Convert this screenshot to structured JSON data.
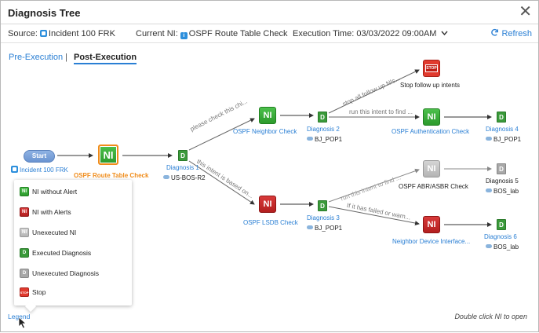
{
  "window": {
    "title": "Diagnosis Tree"
  },
  "info": {
    "source_label": "Source:",
    "source_value": "Incident 100 FRK",
    "ni_label": "Current NI:",
    "ni_value": "OSPF Route Table Check",
    "exec_label": "Execution Time:",
    "exec_value": "03/03/2022  09:00AM",
    "refresh_label": "Refresh"
  },
  "tabs": {
    "pre": "Pre-Execution",
    "separator": "|",
    "post": "Post-Execution"
  },
  "tree": {
    "start": "Start",
    "start_caption": "Incident 100 FRK",
    "root_ni": "OSPF Route Table Check",
    "ni_glyph": "NI",
    "diag_glyph": "D",
    "diag1": {
      "label": "Diagnosis 1",
      "device": "US-BOS-R2"
    },
    "edge_upper": "please check this chi...",
    "edge_lower": "this intent is based on...",
    "ni_neighbor": "OSPF Neighbor Check",
    "ni_lsdb": "OSPF LSDB Check",
    "diag2": {
      "label": "Diagnosis 2",
      "device": "BJ_POP1"
    },
    "diag3": {
      "label": "Diagnosis 3",
      "device": "BJ_POP1"
    },
    "edge_stop": "stop all follow up NIs...",
    "edge_run_auth": "run this intent to find ...",
    "edge_run_abr": "run this intent to find ...",
    "edge_failed": "If it has failed or warn...",
    "stop_label": "Stop follow up intents",
    "stop_glyph": "STOP",
    "ni_auth": "OSPF Authentication Check",
    "ni_abr": "OSPF ABR/ASBR Check",
    "ni_interface": "Neighbor Device Interface...",
    "diag4": {
      "label": "Diagnosis 4",
      "device": "BJ_POP1"
    },
    "diag5": {
      "label": "Diagnosis 5",
      "device": "BOS_lab"
    },
    "diag6": {
      "label": "Diagnosis 6",
      "device": "BOS_lab"
    }
  },
  "legend": {
    "items": [
      {
        "label": "NI without Alert",
        "icon": "ni-green-icon",
        "glyph": "NI"
      },
      {
        "label": "NI with Alerts",
        "icon": "ni-red-icon",
        "glyph": "NI"
      },
      {
        "label": "Unexecuted NI",
        "icon": "ni-gray-icon",
        "glyph": "NI"
      },
      {
        "label": "Executed Diagnosis",
        "icon": "diag-green-icon",
        "glyph": "D"
      },
      {
        "label": "Unexecuted Diagnosis",
        "icon": "diag-gray-icon",
        "glyph": "D"
      },
      {
        "label": "Stop",
        "icon": "stop-icon",
        "glyph": "STOP"
      }
    ],
    "link": "Legend"
  },
  "hint": "Double click NI to open",
  "colors": {
    "accent": "#2a7fd4",
    "green": "#2c9a2c",
    "red": "#c82a2a",
    "orange": "#f08c1a",
    "gray": "#b4b4b4"
  }
}
